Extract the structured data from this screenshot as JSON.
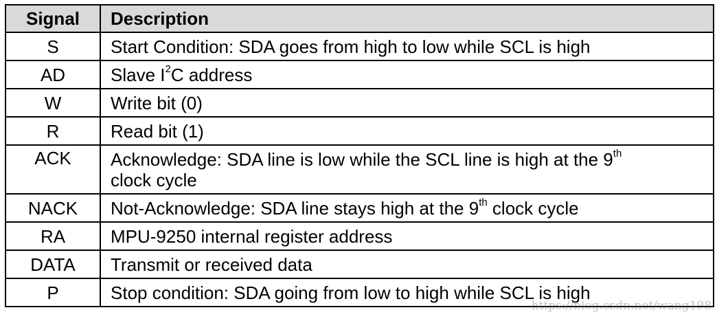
{
  "table": {
    "headers": {
      "signal": "Signal",
      "description": "Description"
    },
    "rows": [
      {
        "signal": "S",
        "desc": "Start Condition: SDA goes from high to low while SCL is high"
      },
      {
        "signal": "AD",
        "desc_a": "Slave I",
        "desc_sup": "2",
        "desc_b": "C address"
      },
      {
        "signal": "W",
        "desc": "Write bit (0)"
      },
      {
        "signal": "R",
        "desc": "Read bit (1)"
      },
      {
        "signal": "ACK",
        "desc_a": "Acknowledge: SDA line is low while the SCL line is high at the 9",
        "desc_sup": "th",
        "desc_b": "clock cycle"
      },
      {
        "signal": "NACK",
        "desc_a": "Not-Acknowledge: SDA line stays high at the 9",
        "desc_sup": "th",
        "desc_b": " clock cycle"
      },
      {
        "signal": "RA",
        "desc": "MPU-9250 internal register address"
      },
      {
        "signal": "DATA",
        "desc": "Transmit or received data"
      },
      {
        "signal": "P",
        "desc": "Stop condition: SDA going from low to high while SCL is high"
      }
    ]
  },
  "watermark": "https://blog.csdn.net/wang198"
}
